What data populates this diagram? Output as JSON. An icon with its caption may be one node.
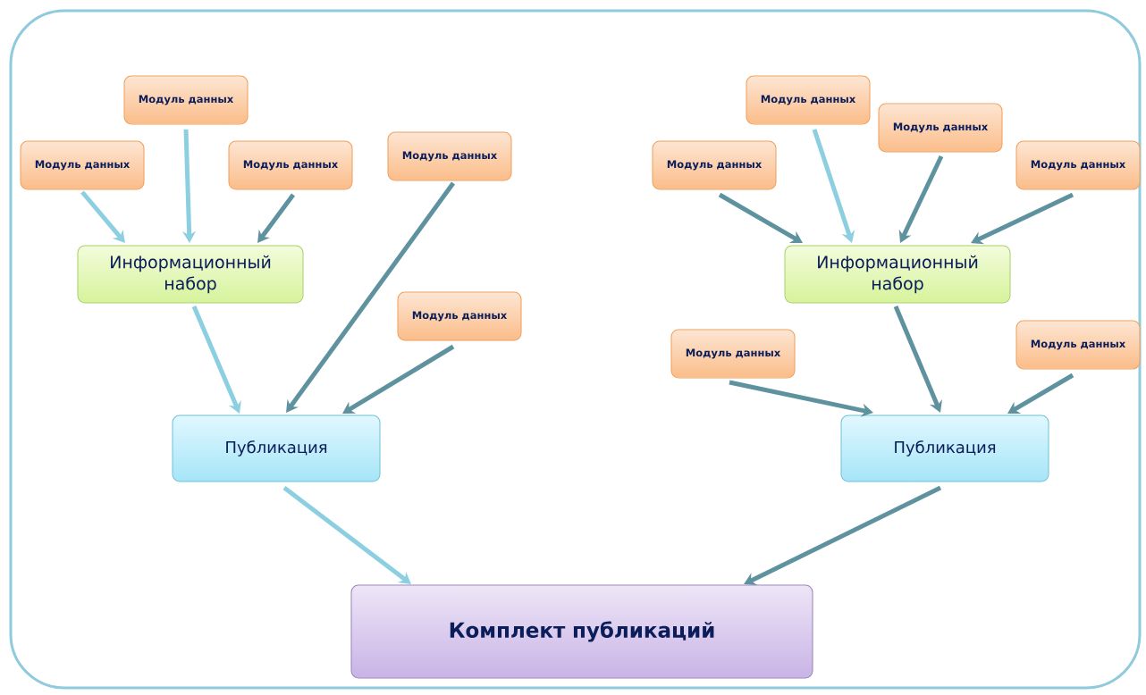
{
  "diagram": {
    "nodes": [
      {
        "text": [
          "Модуль данных"
        ]
      },
      {
        "text": [
          "Модуль данных"
        ]
      },
      {
        "text": [
          "Модуль данных"
        ]
      },
      {
        "text": [
          "Модуль данных"
        ]
      },
      {
        "text": [
          "Модуль данных"
        ]
      },
      {
        "text": [
          "Модуль данных"
        ]
      },
      {
        "text": [
          "Модуль данных"
        ]
      },
      {
        "text": [
          "Модуль данных"
        ]
      },
      {
        "text": [
          "Информационный набор"
        ]
      },
      {
        "text": [
          "Информационный набор"
        ]
      },
      {
        "text": [
          "Модуль данных"
        ]
      },
      {
        "text": [
          "Модуль данных"
        ]
      },
      {
        "text": [
          "Модуль данных"
        ]
      },
      {
        "text": [
          "Публикация"
        ]
      },
      {
        "text": [
          "Публикация"
        ]
      },
      {
        "text": [
          "Комплект публикаций"
        ]
      }
    ],
    "edges": [
      {
        "from": 4,
        "to": 8,
        "arrow": "to",
        "color": "#8ccfe0"
      },
      {
        "from": 0,
        "to": 8,
        "arrow": "to",
        "color": "#8ccfe0"
      },
      {
        "from": 5,
        "to": 8,
        "arrow": "to"
      },
      {
        "from": 8,
        "to": 13,
        "arrow": "to",
        "color": "#8ccfe0"
      },
      {
        "from": 3,
        "to": 13,
        "arrow": "to"
      },
      {
        "from": 10,
        "to": 13,
        "arrow": "to"
      },
      {
        "from": 6,
        "to": 9,
        "arrow": "to"
      },
      {
        "from": 1,
        "to": 9,
        "arrow": "to",
        "color": "#8ccfe0"
      },
      {
        "from": 2,
        "to": 9,
        "arrow": "to"
      },
      {
        "from": 7,
        "to": 9,
        "arrow": "to"
      },
      {
        "from": 9,
        "to": 14,
        "arrow": "to"
      },
      {
        "from": 12,
        "to": 14,
        "arrow": "to"
      },
      {
        "from": 11,
        "to": 14,
        "arrow": "to"
      },
      {
        "from": 13,
        "to": 15,
        "arrow": "to",
        "color": "#8ccfe0"
      },
      {
        "from": 14,
        "to": 15,
        "arrow": "to"
      }
    ]
  }
}
